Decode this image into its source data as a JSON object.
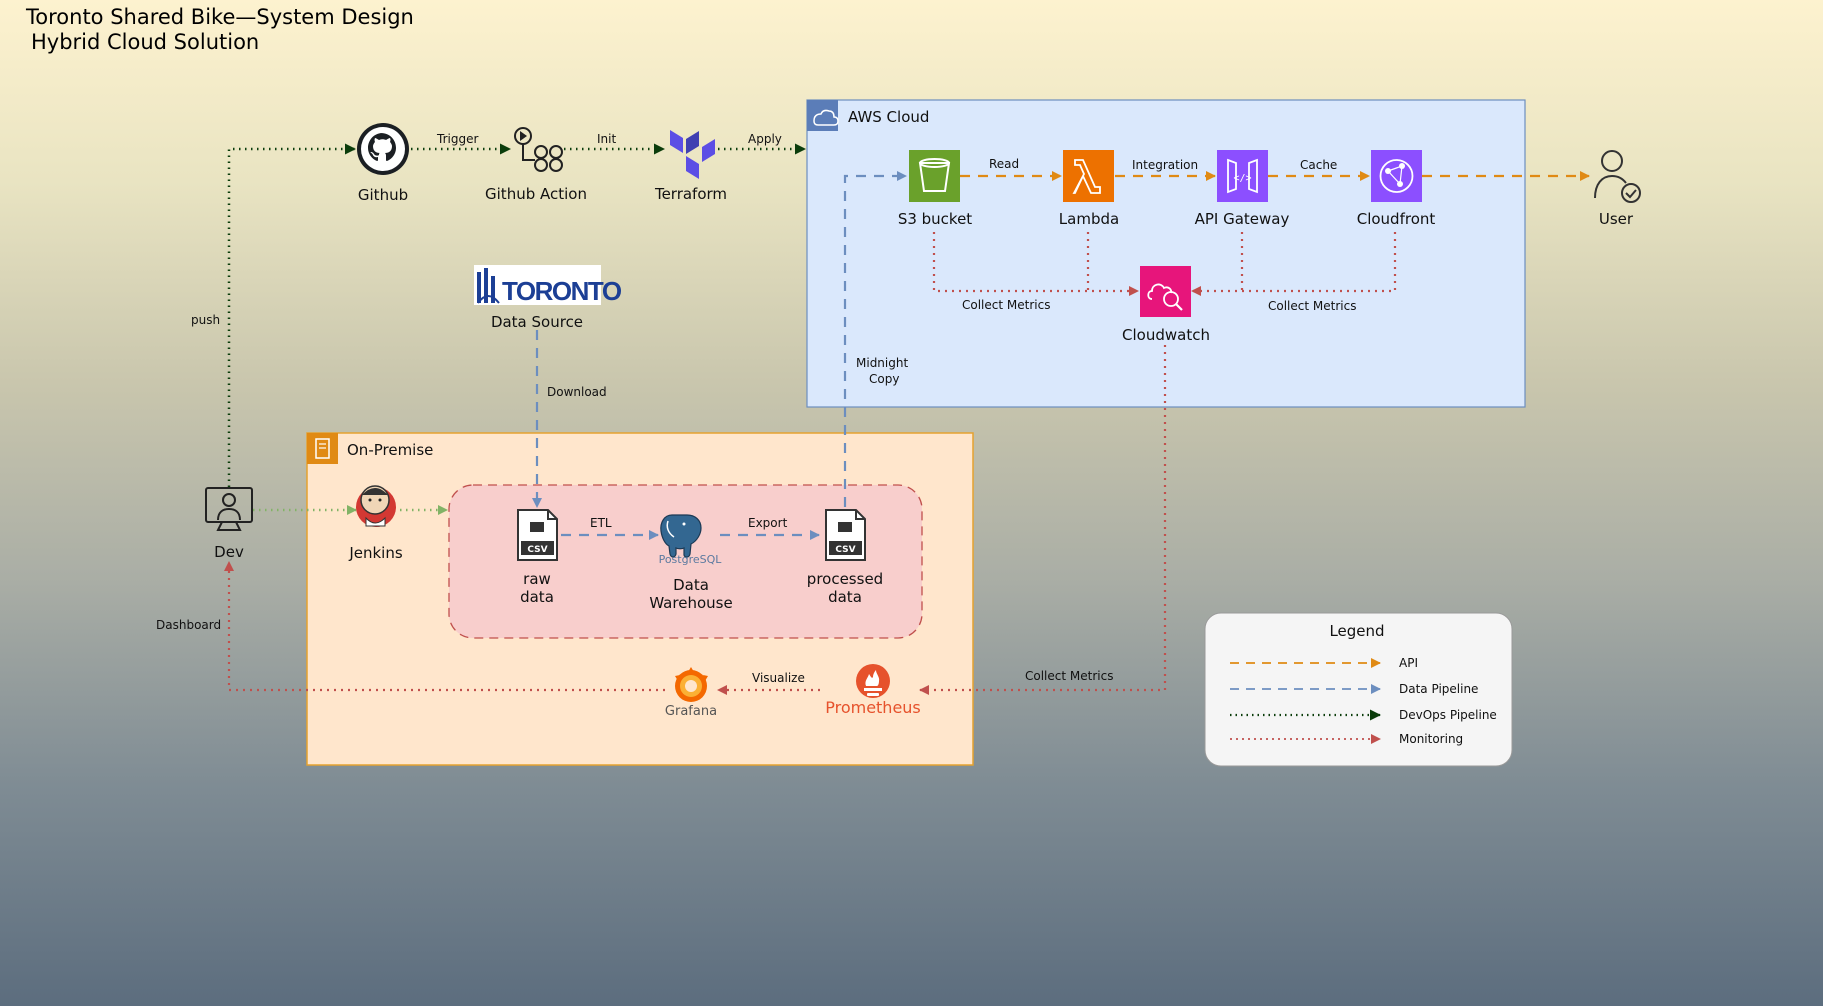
{
  "title": {
    "line1": "Toronto Shared Bike—System Design",
    "line2": "Hybrid Cloud Solution"
  },
  "groups": {
    "aws": {
      "label": "AWS Cloud"
    },
    "onprem": {
      "label": "On-Premise"
    }
  },
  "nodes": {
    "github": "Github",
    "github_action": "Github Action",
    "terraform": "Terraform",
    "s3": "S3 bucket",
    "lambda": "Lambda",
    "api_gateway": "API Gateway",
    "cloudfront": "Cloudfront",
    "user": "User",
    "cloudwatch": "Cloudwatch",
    "toronto_logo": "TORONTO",
    "data_source": "Data Source",
    "dev": "Dev",
    "jenkins": "Jenkins",
    "raw_data": [
      "raw",
      "data"
    ],
    "postgres_caption": "PostgreSQL",
    "data_warehouse": [
      "Data",
      "Warehouse"
    ],
    "processed_data": [
      "processed",
      "data"
    ],
    "grafana": "Grafana",
    "prometheus": "Prometheus",
    "csv": "CSV"
  },
  "edges": {
    "push": "push",
    "trigger": "Trigger",
    "init": "Init",
    "apply": "Apply",
    "read": "Read",
    "integration": "Integration",
    "cache": "Cache",
    "collect_metrics_left": "Collect Metrics",
    "collect_metrics_right": "Collect Metrics",
    "midnight_copy": [
      "Midnight",
      "Copy"
    ],
    "download": "Download",
    "etl": "ETL",
    "export": "Export",
    "dashboard": "Dashboard",
    "visualize": "Visualize",
    "collect_metrics_bottom": "Collect Metrics"
  },
  "legend": {
    "title": "Legend",
    "items": [
      {
        "label": "API",
        "color": "#e08a14",
        "style": "dashed"
      },
      {
        "label": "Data Pipeline",
        "color": "#6c8ebf",
        "style": "dashed"
      },
      {
        "label": "DevOps Pipeline",
        "color": "#0b3d0b",
        "style": "dotted"
      },
      {
        "label": "Monitoring",
        "color": "#c0504d",
        "style": "dotted"
      }
    ]
  },
  "colors": {
    "api": "#e08a14",
    "data": "#6c8ebf",
    "devops": "#0b3d0b",
    "monitoring": "#c0504d",
    "jenkins_link": "#82b366",
    "s3": "#6aa12b",
    "lambda": "#ed7100",
    "api_gateway": "#8c4fff",
    "cloudfront": "#8c4fff",
    "cloudwatch": "#e7157b",
    "terraform": "#5c4ee5",
    "aws_bg": "#dae8fc",
    "onprem_bg": "#ffe6cc",
    "pipeline_bg": "#f8cecc"
  }
}
